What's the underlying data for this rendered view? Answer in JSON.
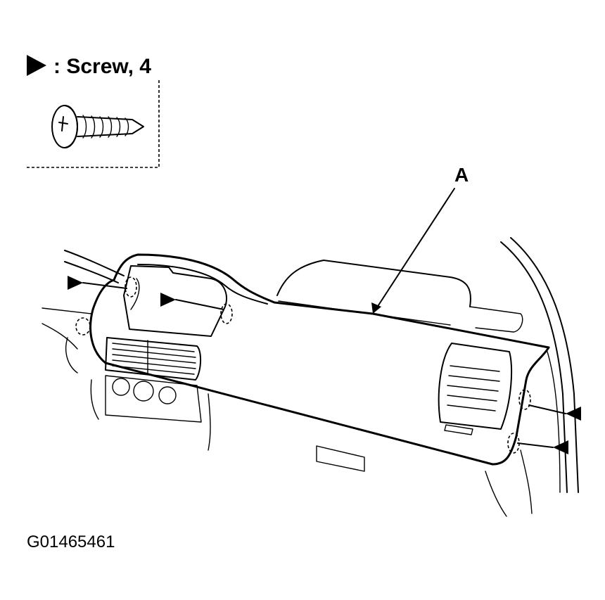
{
  "legend": {
    "label": ": Screw, 4",
    "marker_icon": "filled-right-triangle"
  },
  "callouts": {
    "panel": "A"
  },
  "figure_id": "G01465461"
}
